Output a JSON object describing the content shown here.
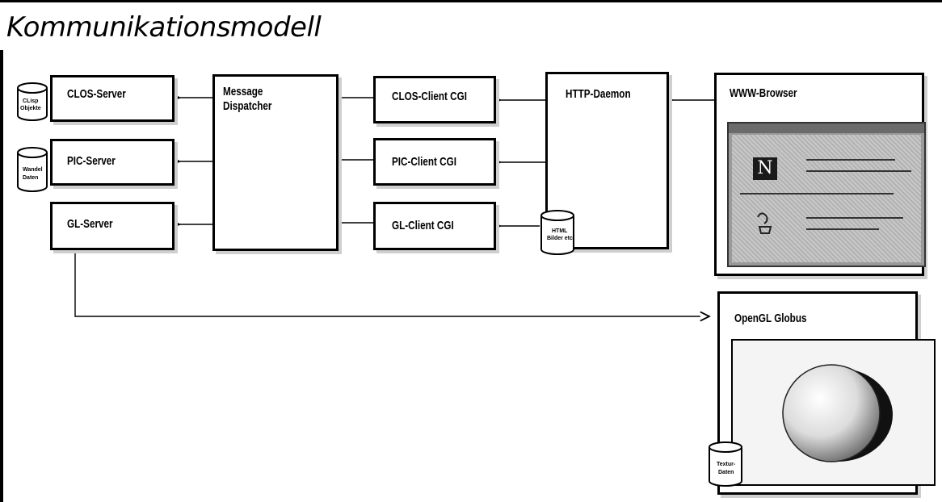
{
  "title": "Kommunikationsmodell",
  "servers": {
    "clos": "CLOS-Server",
    "pic": "PIC-Server",
    "gl": "GL-Server"
  },
  "dispatcher": {
    "line1": "Message",
    "line2": "Dispatcher"
  },
  "clients": {
    "clos": "CLOS-Client CGI",
    "pic": "PIC-Client CGI",
    "gl": "GL-Client CGI"
  },
  "http_daemon": "HTTP-Daemon",
  "browser": {
    "title": "WWW-Browser",
    "logo_letter": "N"
  },
  "opengl": {
    "title": "OpenGL Globus"
  },
  "databases": {
    "clos_db": [
      "CLisp",
      "Objekte"
    ],
    "pic_db": [
      "Wandel",
      "Daten"
    ],
    "html_db": [
      "HTML",
      "Bilder etc."
    ],
    "texture_db": [
      "Textur-",
      "Daten"
    ]
  },
  "icons": [
    "cylinder-database-icon",
    "arrow-left-icon",
    "netscape-logo-icon",
    "java-logo-icon",
    "sphere-icon"
  ]
}
